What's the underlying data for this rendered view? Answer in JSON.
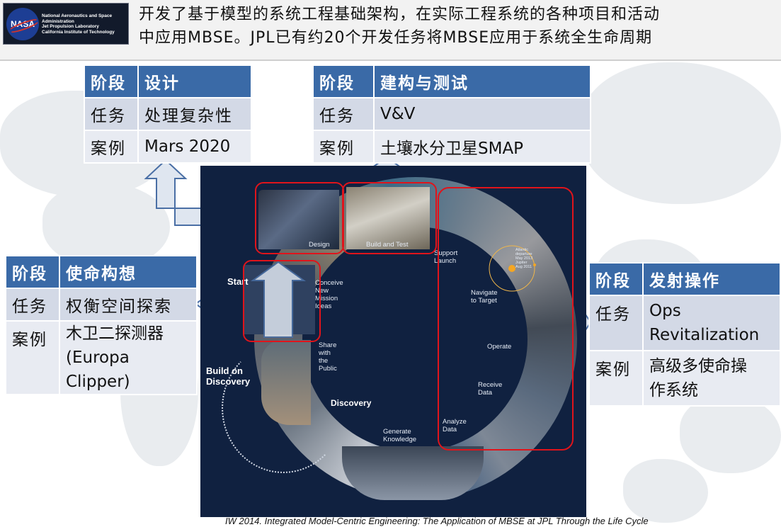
{
  "header": {
    "logo_text": "NASA",
    "logo_lines": [
      "National Aeronautics and Space",
      "Administration",
      "Jet Propulsion Laboratory",
      "California Institute of Technology"
    ],
    "headline_line1": "开发了基于模型的系统工程基础架构，在实际工程系统的各种项目和活动",
    "headline_line2": "中应用MBSE。JPL已有约20个开发任务将MBSE应用于系统全生命周期"
  },
  "tables": {
    "design": {
      "stage_label": "阶段",
      "stage": "设计",
      "task_label": "任务",
      "task": "处理复杂性",
      "case_label": "案例",
      "case": "Mars 2020"
    },
    "build_test": {
      "stage_label": "阶段",
      "stage": "建构与测试",
      "task_label": "任务",
      "task": "V&V",
      "case_label": "案例",
      "case": "土壤水分卫星SMAP"
    },
    "concept": {
      "stage_label": "阶段",
      "stage": "使命构想",
      "task_label": "任务",
      "task": "权衡空间探索",
      "case_label": "案例",
      "case_line1": "木卫二探测器",
      "case_line2": "(Europa Clipper)"
    },
    "operations": {
      "stage_label": "阶段",
      "stage": "发射操作",
      "task_label": "任务",
      "task_line1": "Ops",
      "task_line2": "Revitalization",
      "case_label": "案例",
      "case_line1": "高级多使命操",
      "case_line2": "作系统"
    }
  },
  "diagram": {
    "design": "Design",
    "build_test": "Build and Test",
    "support_launch": [
      "Support",
      "Launch"
    ],
    "start": "Start",
    "conceive": [
      "Conceive",
      "New",
      "Mission",
      "Ideas"
    ],
    "navigate": [
      "Navigate",
      "to Target"
    ],
    "operate": "Operate",
    "share": [
      "Share",
      "with",
      "the",
      "Public"
    ],
    "receive": [
      "Receive",
      "Data"
    ],
    "build_on": [
      "Build on",
      "Discovery"
    ],
    "discovery": "Discovery",
    "analyze": [
      "Analyze",
      "Data"
    ],
    "generate": [
      "Generate",
      "Knowledge"
    ],
    "orbit_note": [
      "Atlantic",
      "departure",
      "May 2013",
      "",
      "Jupiter",
      "Aug 2011"
    ]
  },
  "citation": "IW 2014. Integrated Model-Centric Engineering: The Application of MBSE at JPL Through the Life Cycle",
  "colors": {
    "table_header": "#3a6aa7",
    "table_row": "#d3d9e6",
    "diagram_bg": "#102140",
    "highlight": "#e0141b",
    "arrow_fill": "#dfe6f0",
    "arrow_stroke": "#4a6fa5"
  }
}
